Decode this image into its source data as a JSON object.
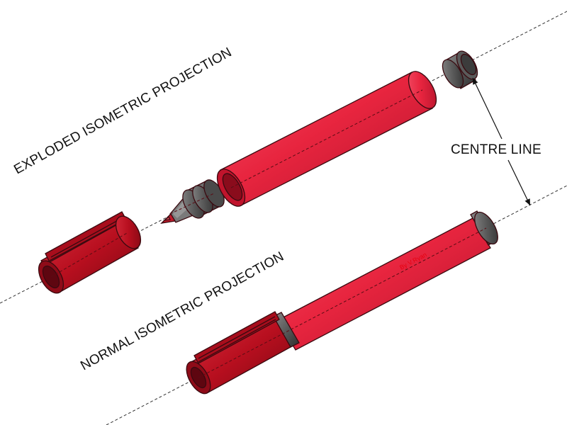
{
  "labels": {
    "exploded": "EXPLODED ISOMETRIC PROJECTION",
    "normal": "NORMAL ISOMETRIC PROJECTION",
    "centre_line": "CENTRE LINE",
    "credit": "By V.Ryan"
  },
  "colors": {
    "body_red": "#e8253f",
    "cap_red": "#c0101f",
    "grey_part": "#5c5c5c",
    "line": "#333333"
  }
}
